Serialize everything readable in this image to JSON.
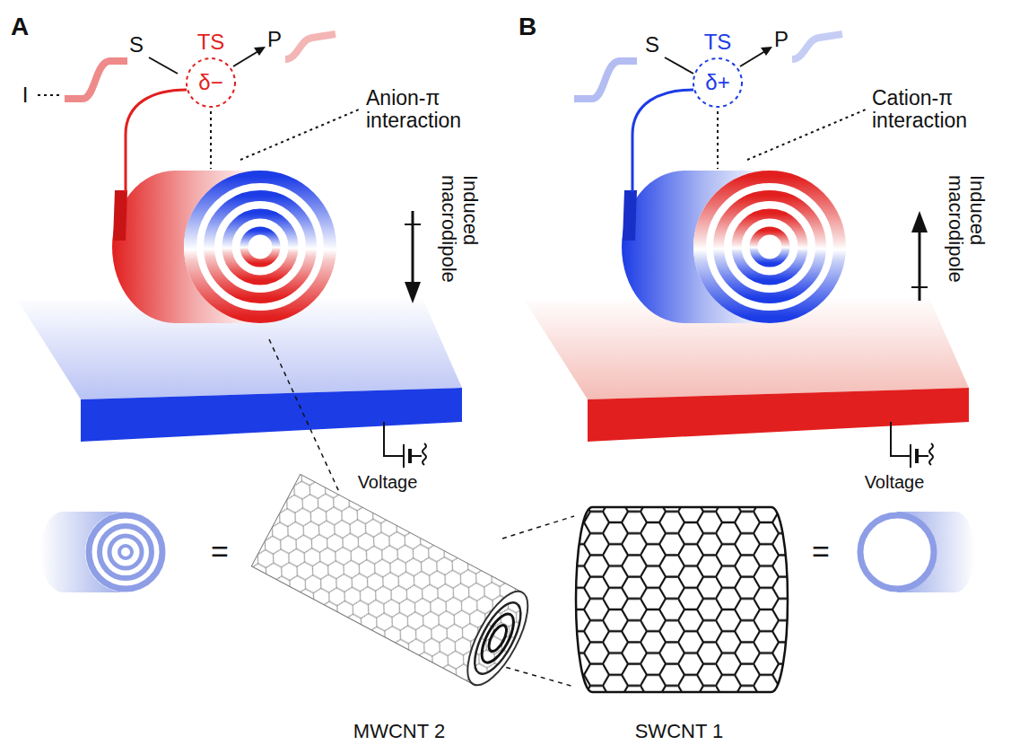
{
  "diagram": {
    "nodes": [
      {
        "text": [
          "TS",
          "δ−"
        ]
      },
      {
        "text": [
          "TS",
          "δ+"
        ]
      }
    ],
    "labels": [
      "A",
      "I",
      "S",
      "P",
      "Anion-π interaction",
      "Induced macrodipole",
      "Voltage",
      "B",
      "S",
      "P",
      "Cation-π interaction",
      "Induced macrodipole",
      "Voltage",
      "=",
      "=",
      "MWCNT 2",
      "SWCNT 1"
    ]
  }
}
